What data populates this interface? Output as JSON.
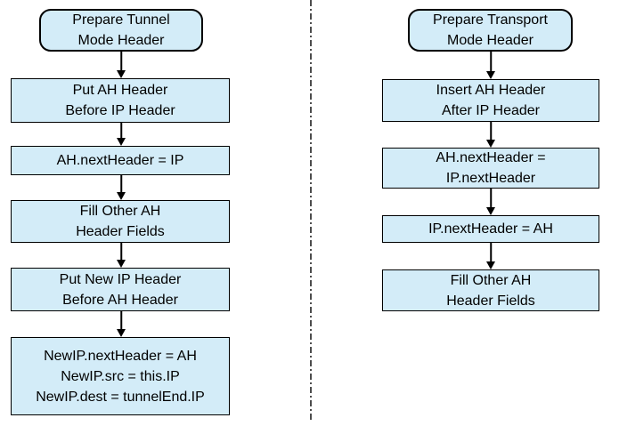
{
  "diagram": {
    "title": "AH header preparation flowcharts",
    "colors": {
      "box_fill": "#d3ecf8",
      "box_border": "#000000",
      "arrow": "#000000",
      "divider": "#4d4d4d"
    },
    "left_flow": {
      "name": "Tunnel Mode",
      "steps": [
        {
          "type": "start",
          "lines": [
            "Prepare Tunnel",
            "Mode Header"
          ]
        },
        {
          "type": "process",
          "lines": [
            "Put AH Header",
            "Before IP Header"
          ]
        },
        {
          "type": "process",
          "lines": [
            "AH.nextHeader = IP"
          ]
        },
        {
          "type": "process",
          "lines": [
            "Fill Other AH",
            "Header Fields"
          ]
        },
        {
          "type": "process",
          "lines": [
            "Put New IP Header",
            "Before AH Header"
          ]
        },
        {
          "type": "process",
          "lines": [
            "NewIP.nextHeader = AH",
            "NewIP.src = this.IP",
            "NewIP.dest = tunnelEnd.IP"
          ]
        }
      ]
    },
    "right_flow": {
      "name": "Transport Mode",
      "steps": [
        {
          "type": "start",
          "lines": [
            "Prepare Transport",
            "Mode Header"
          ]
        },
        {
          "type": "process",
          "lines": [
            "Insert AH Header",
            "After IP Header"
          ]
        },
        {
          "type": "process",
          "lines": [
            "AH.nextHeader =",
            "IP.nextHeader"
          ]
        },
        {
          "type": "process",
          "lines": [
            "IP.nextHeader = AH"
          ]
        },
        {
          "type": "process",
          "lines": [
            "Fill Other AH",
            "Header Fields"
          ]
        }
      ]
    }
  }
}
